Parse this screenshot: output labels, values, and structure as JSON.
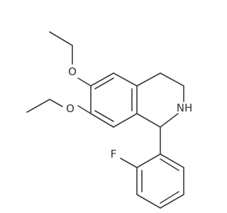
{
  "molecule": {
    "atoms": {
      "oxygen_top": "O",
      "oxygen_bottom": "O",
      "nitrogen": "NH",
      "fluorine": "F"
    },
    "colors": {
      "bond": "#3a3a3a",
      "label": "#333333",
      "background": "#ffffff"
    }
  }
}
